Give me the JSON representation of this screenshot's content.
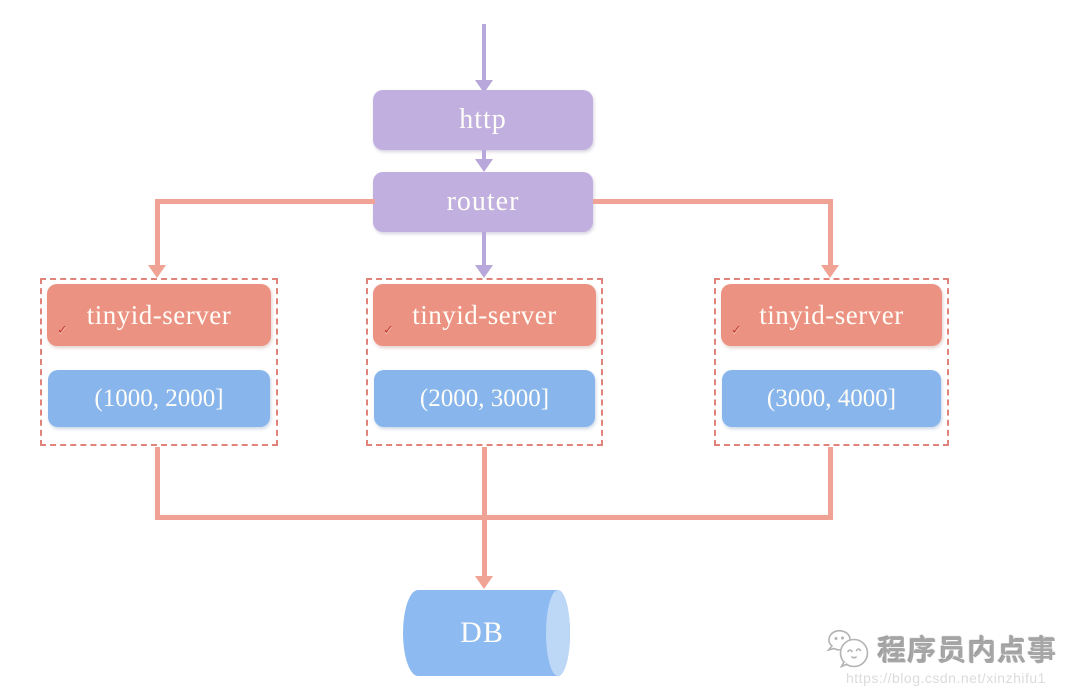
{
  "diagram": {
    "nodes": {
      "http": "http",
      "router": "router",
      "db": "DB"
    },
    "groups": [
      {
        "server": "tinyid-server",
        "range": "(1000, 2000]"
      },
      {
        "server": "tinyid-server",
        "range": "(2000, 3000]"
      },
      {
        "server": "tinyid-server",
        "range": "(3000, 4000]"
      }
    ],
    "marks": {
      "spellcheck": "✓"
    }
  },
  "watermark": {
    "title": "程序员内点事",
    "url": "https://blog.csdn.net/xinzhifu1"
  },
  "colors": {
    "purple_box": "#c1b0df",
    "purple_arrow": "#b7a7da",
    "salmon_box": "#eb9282",
    "salmon_connector": "#f0a394",
    "dashed_border": "#e0837a",
    "blue_range_box": "#87b5ec",
    "db_body": "#8dbbf1",
    "db_cap": "#bdd8f7",
    "spellcheck_mark": "#c23b2e"
  }
}
